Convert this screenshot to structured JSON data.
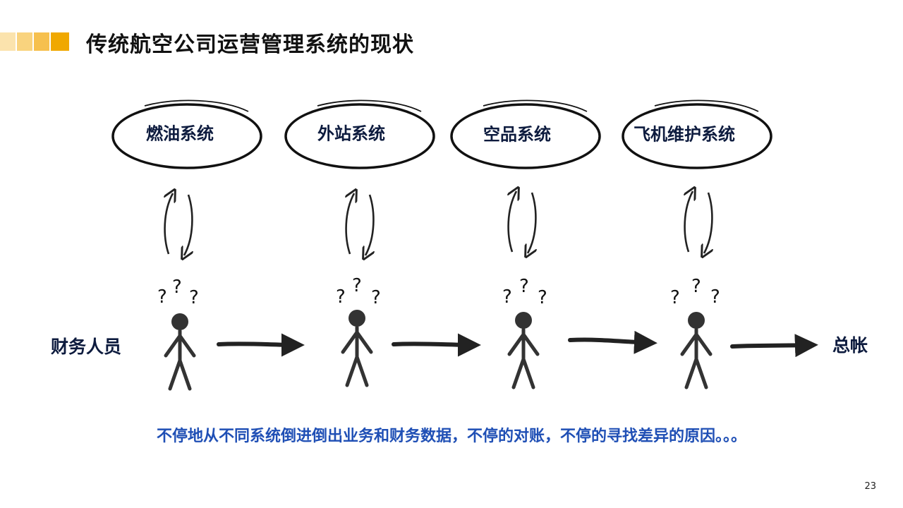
{
  "title": "传统航空公司运营管理系统的现状",
  "accent_colors": [
    "#fbe3ad",
    "#f9d37e",
    "#f6c04e",
    "#f0a800"
  ],
  "systems": [
    {
      "label": "燃油系统",
      "icon": "rotate-arrows-icon"
    },
    {
      "label": "外站系统",
      "icon": "rotate-arrows-icon"
    },
    {
      "label": "空品系统",
      "icon": "rotate-arrows-icon"
    },
    {
      "label": "飞机维护系统",
      "icon": "rotate-arrows-icon"
    }
  ],
  "question_mark": "?",
  "figure_icon": "stick-figure-icon",
  "left_label": "财务人员",
  "right_label": "总帐",
  "caption": "不停地从不同系统倒进倒出业务和财务数据，不停的对账，不停的寻找差异的原因。。。",
  "page_number": "23",
  "colors": {
    "label": "#0d1b3e",
    "caption": "#1f4fb5",
    "drawing": "#222222",
    "figure": "#333333"
  }
}
